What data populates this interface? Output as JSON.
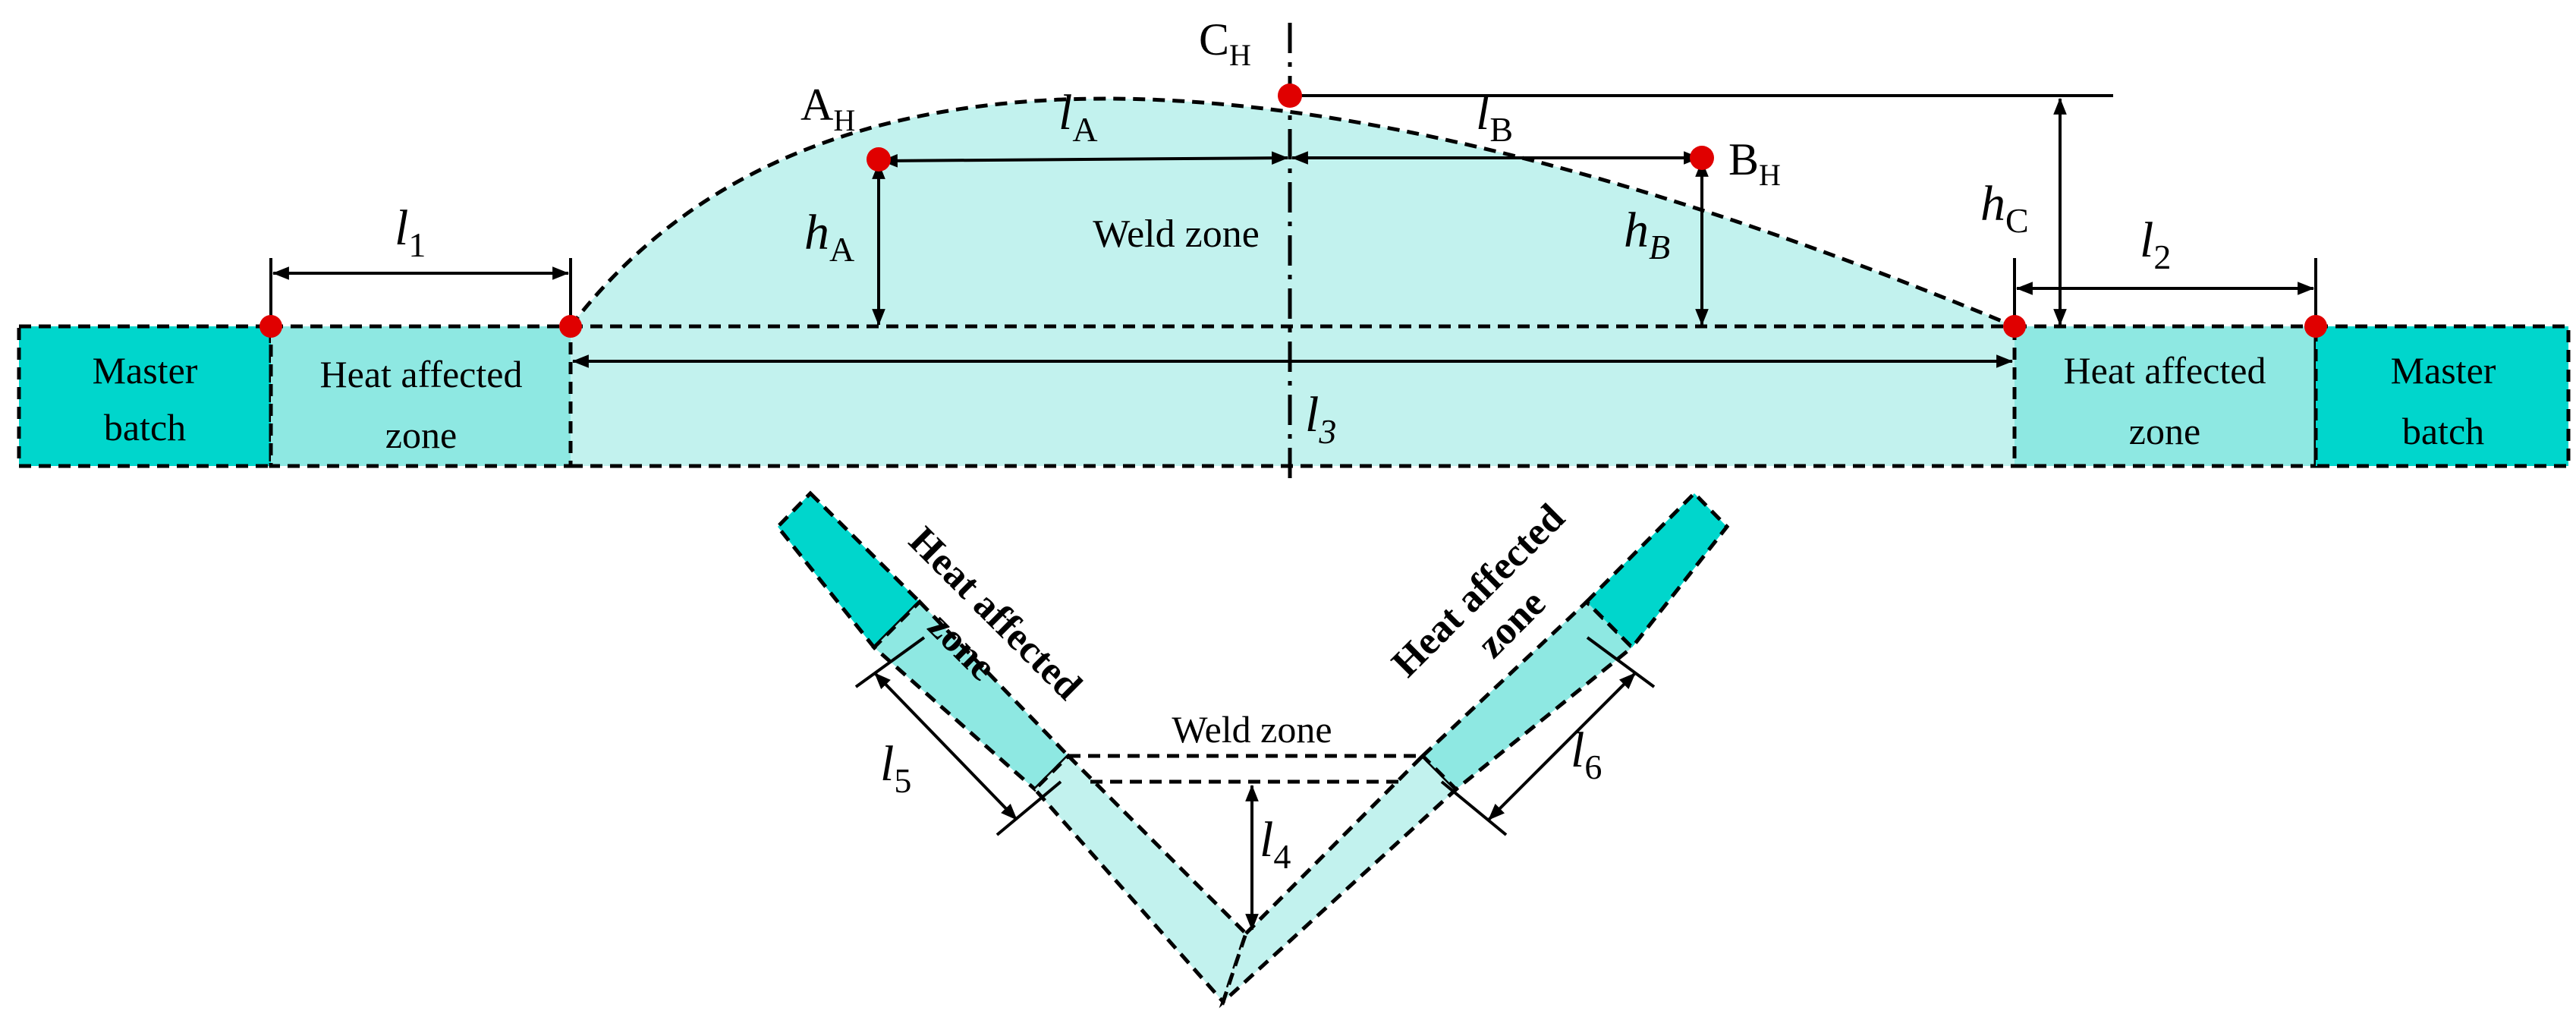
{
  "colors": {
    "weld_fill": "#c2f2ee",
    "haz_fill": "#8ee8e2",
    "master_fill": "#00d6cc",
    "point": "#e00000",
    "stroke": "#000000"
  },
  "labels": {
    "master_left_1": "Master",
    "master_left_2": "batch",
    "master_right_1": "Master",
    "master_right_2": "batch",
    "haz_left_1": "Heat affected",
    "haz_left_2": "zone",
    "haz_right_1": "Heat affected",
    "haz_right_2": "zone",
    "weld_zone_top": "Weld zone",
    "weld_zone_bottom": "Weld zone",
    "v_haz_left_1": "Heat affected",
    "v_haz_left_2": "zone",
    "v_haz_right_1": "Heat affected",
    "v_haz_right_2": "zone"
  },
  "points": {
    "a_main": "A",
    "a_sub": "H",
    "b_main": "B",
    "b_sub": "H",
    "c_main": "C",
    "c_sub": "H"
  },
  "dimensions": {
    "l1_main": "l",
    "l1_sub": "1",
    "l2_main": "l",
    "l2_sub": "2",
    "l3_main": "l",
    "l3_sub": "3",
    "l4_main": "l",
    "l4_sub": "4",
    "l5_main": "l",
    "l5_sub": "5",
    "l6_main": "l",
    "l6_sub": "6",
    "lA_main": "l",
    "lA_sub": "A",
    "lB_main": "l",
    "lB_sub": "B",
    "hA_main": "h",
    "hA_sub": "A",
    "hB_main": "h",
    "hB_sub": "B",
    "hC_main": "h",
    "hC_sub": "C"
  }
}
